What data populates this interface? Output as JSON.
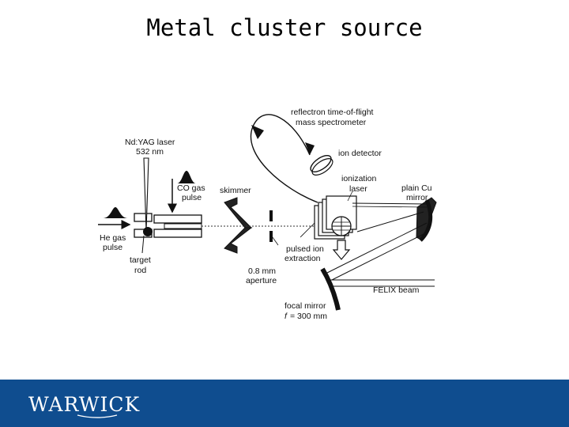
{
  "slide": {
    "title": "Metal cluster source"
  },
  "diagram": {
    "labels": {
      "reflectron_1": "reflectron time-of-flight",
      "reflectron_2": "mass spectrometer",
      "ion_detector": "ion detector",
      "ndyag_1": "Nd:YAG laser",
      "ndyag_2": "532 nm",
      "co_1": "CO gas",
      "co_2": "pulse",
      "skimmer": "skimmer",
      "ionization_1": "ionization",
      "ionization_2": "laser",
      "plain_cu_1": "plain Cu",
      "plain_cu_2": "mirror",
      "he_1": "He gas",
      "he_2": "pulse",
      "target_1": "target",
      "target_2": "rod",
      "pulsed_1": "pulsed ion",
      "pulsed_2": "extraction",
      "aperture_1": "0.8 mm",
      "aperture_2": "aperture",
      "felix_beam": "FELIX beam",
      "focal_1": "focal mirror",
      "focal_2_eq": "= 300 mm",
      "focal_2_f": "f"
    }
  },
  "footer": {
    "logo_text": "WARWICK",
    "color": "#0f4d8f"
  }
}
